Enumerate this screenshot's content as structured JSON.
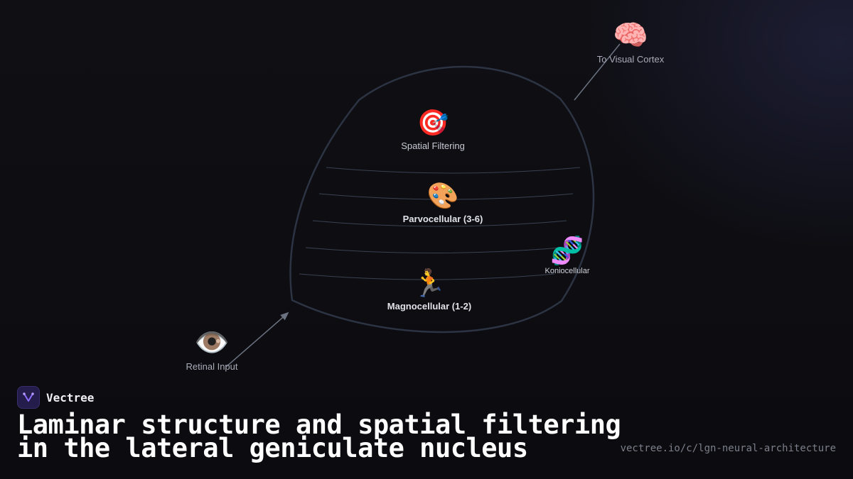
{
  "diagram": {
    "nodes": {
      "visual_cortex": {
        "label": "To Visual Cortex",
        "icon": "brain-icon",
        "glyph": "🧠"
      },
      "spatial_filtering": {
        "label": "Spatial Filtering",
        "icon": "target-icon",
        "glyph": "🎯"
      },
      "parvocellular": {
        "label": "Parvocellular (3-6)",
        "icon": "palette-icon",
        "glyph": "🎨"
      },
      "koniocellular": {
        "label": "Koniocellular",
        "icon": "dna-icon",
        "glyph": "🧬"
      },
      "magnocellular": {
        "label": "Magnocellular (1-2)",
        "icon": "runner-icon",
        "glyph": "🏃"
      },
      "retinal_input": {
        "label": "Retinal Input",
        "icon": "eye-icon",
        "glyph": "👁️"
      }
    },
    "colors": {
      "outline": "#2c3444",
      "layer_lines": "#3a4252",
      "connector": "#6b7280"
    }
  },
  "brand": {
    "name": "Vectree",
    "icon": "vectree-logo-icon",
    "accent": "#7c5cff"
  },
  "footer": {
    "title_line1": "Laminar structure and spatial filtering",
    "title_line2": "in the lateral geniculate nucleus",
    "url": "vectree.io/c/lgn-neural-architecture"
  }
}
